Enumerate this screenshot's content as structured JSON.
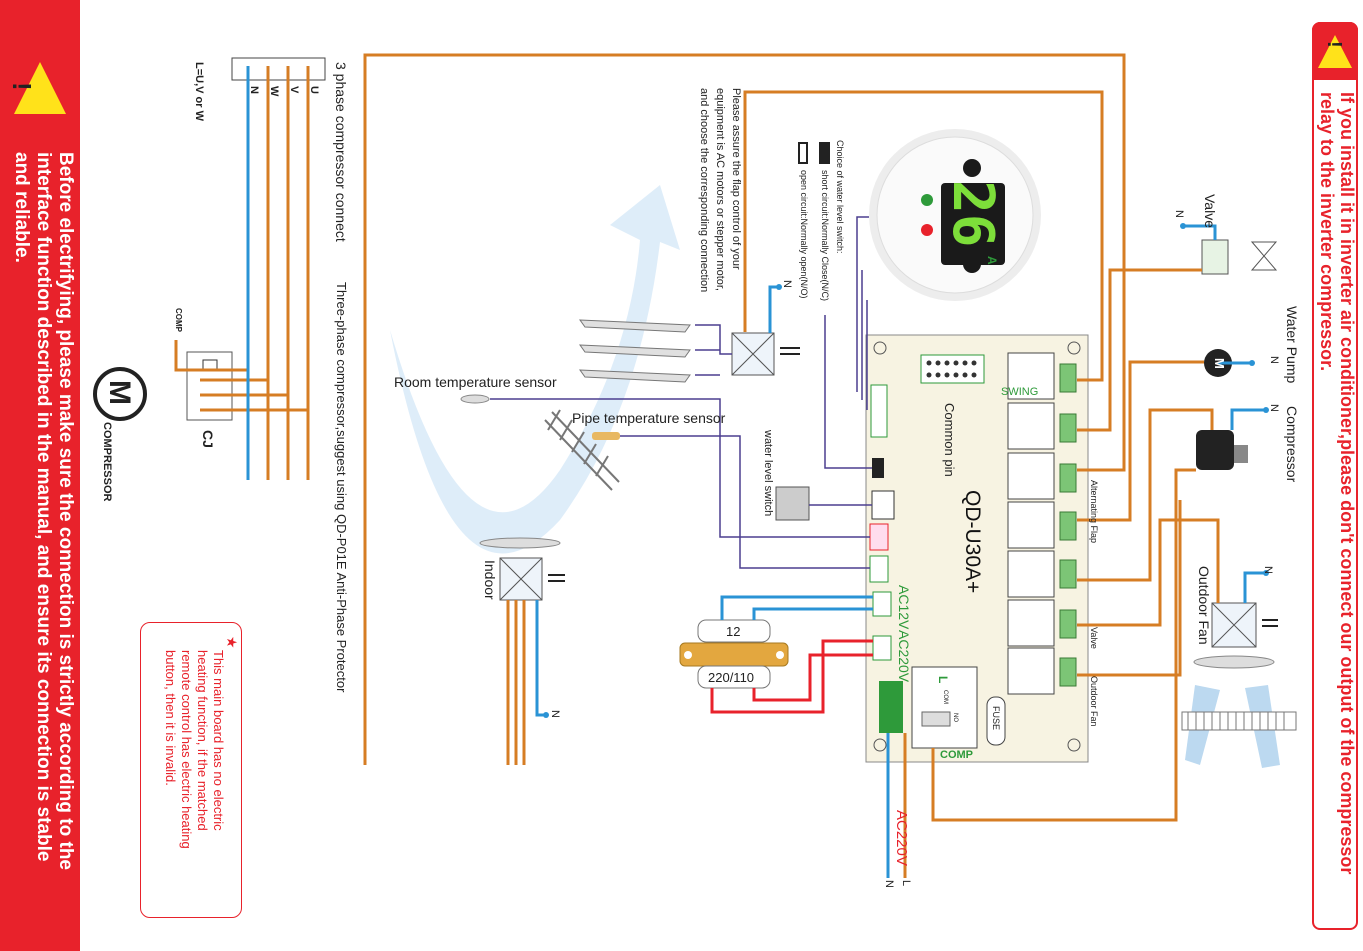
{
  "warnings": {
    "left": [
      "Before electrifying, please make sure the connection is strictly according to the",
      "interface function described in the manual, and ensure its connection is stable",
      "and reliable."
    ],
    "right": [
      "If you install it in inverter air conditioner,please don't connect our output of the compressor",
      "relay to the inverter compressor."
    ],
    "symbol": "!"
  },
  "board": {
    "model": "QD-U30A+",
    "swing_label": "SWING",
    "common_pin_label": "Common pin",
    "ac12v_label": "AC12V",
    "ac220v_label": "AC220V",
    "fuse_label": "FUSE",
    "comp_label": "COMP",
    "relay_l": "L",
    "relay_com": "COM",
    "relay_no": "NO",
    "relay_labels": [
      "Alternating Flap",
      "Valve",
      "Outdoor Fan"
    ]
  },
  "display": {
    "temperature": "26",
    "mode_letter": "A"
  },
  "water_switch": {
    "title": "Choice of water level switch:",
    "short": "short circuit:Normally Close(N/C)",
    "open": "open circuit:Normally open(N/O)",
    "label": "water level switch"
  },
  "flap_note": [
    "Please assure the flap control of your",
    "equipment is AC motors or stepper motor,",
    "and choose the corresponding connection"
  ],
  "sensors": {
    "room": "Room temperature sensor",
    "pipe": "Pipe temperature sensor"
  },
  "compressor": {
    "connect_label": "3 phase compressor connect",
    "suggest_label": "Three-phase compressor,suggest using QD-P01E Anti-Phase Protector",
    "terminals": [
      "U",
      "V",
      "W",
      "N"
    ],
    "luvw": "L=U,V or W",
    "comp_wire": "COMP",
    "contactor": "CJ",
    "motor_letter": "M",
    "motor_name": "COMPRESSOR"
  },
  "transformer": {
    "secondary": "12",
    "primary": "220/110"
  },
  "loads": {
    "valve": "Valve",
    "water_pump": "Water Pump",
    "compressor": "Compressor",
    "outdoor_fan": "Outdoor Fan",
    "indoor": "Indoor",
    "neutral": "N",
    "live": "L",
    "pump_motor": "M"
  },
  "power": {
    "ac220v": "AC220V"
  },
  "note": [
    "This main board has no electric",
    "heating function, if the matched",
    "remote control has electric heating",
    "button, then it is invalid."
  ],
  "note_star": "★",
  "colors": {
    "orange": "#d67d24",
    "blue": "#2a93d5",
    "purple": "#4b3f8f",
    "red": "#e8222b",
    "green": "#2e9a3a"
  }
}
